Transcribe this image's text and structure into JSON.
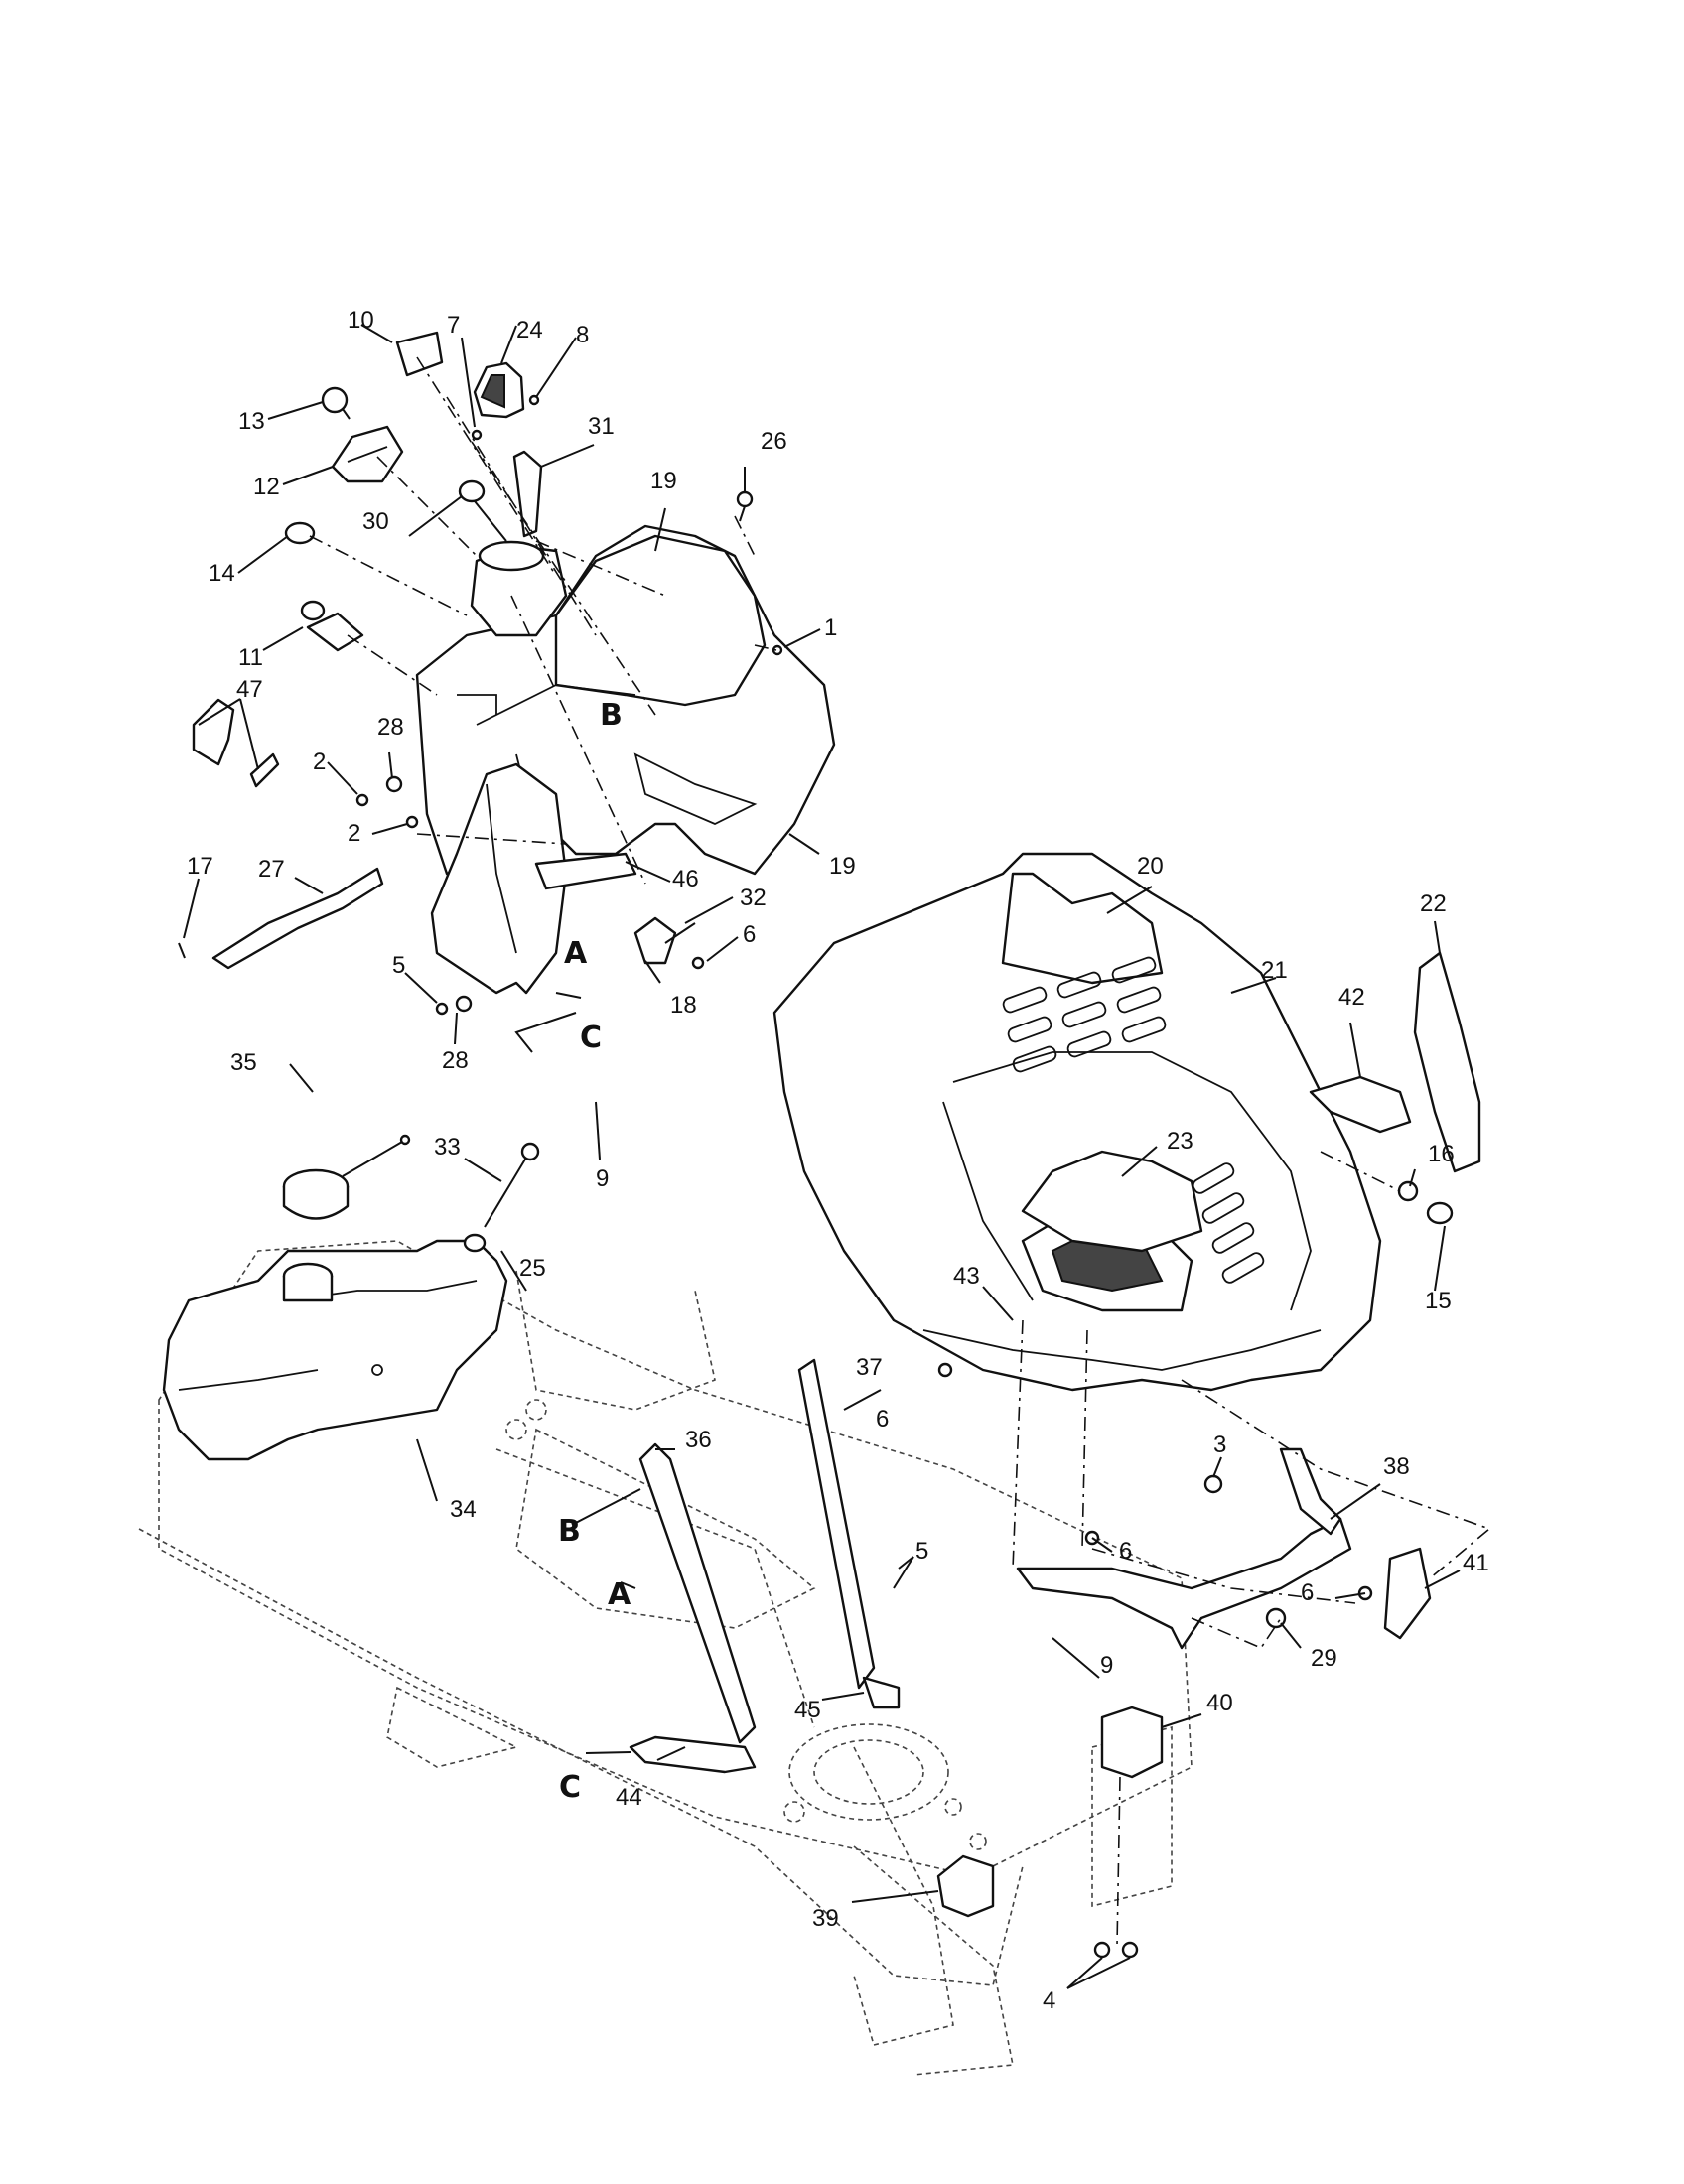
{
  "callouts": {
    "c1": "1",
    "c2a": "2",
    "c2b": "2",
    "c3": "3",
    "c4": "4",
    "c5a": "5",
    "c5b": "5",
    "c6a": "6",
    "c6b": "6",
    "c6c": "6",
    "c6d": "6",
    "c7": "7",
    "c8": "8",
    "c9a": "9",
    "c9b": "9",
    "c10": "10",
    "c11": "11",
    "c12": "12",
    "c13": "13",
    "c14": "14",
    "c15": "15",
    "c16": "16",
    "c17": "17",
    "c18": "18",
    "c19a": "19",
    "c19b": "19",
    "c20": "20",
    "c21": "21",
    "c22": "22",
    "c23": "23",
    "c24": "24",
    "c25": "25",
    "c26": "26",
    "c27": "27",
    "c28a": "28",
    "c28b": "28",
    "c29": "29",
    "c30": "30",
    "c31": "31",
    "c32": "32",
    "c33": "33",
    "c34": "34",
    "c35": "35",
    "c36": "36",
    "c37": "37",
    "c38": "38",
    "c39": "39",
    "c40": "40",
    "c41": "41",
    "c42": "42",
    "c43": "43",
    "c44": "44",
    "c45": "45",
    "c46": "46",
    "c47": "47"
  },
  "refs": {
    "a1": "A",
    "a2": "A",
    "b1": "B",
    "b2": "B",
    "cc1": "C",
    "cc2": "C"
  }
}
